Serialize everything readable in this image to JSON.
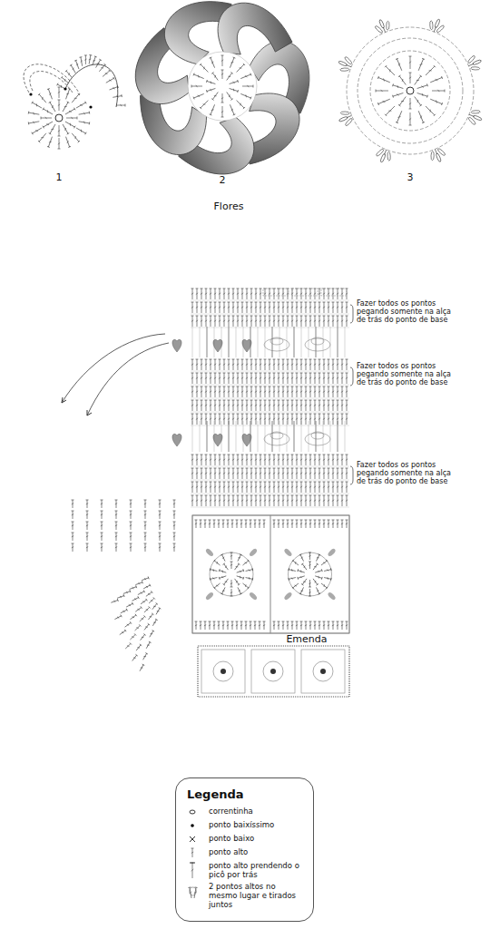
{
  "diagram": {
    "nodes": [
      {
        "text": [
          "Legenda"
        ]
      }
    ],
    "labels": [
      "1",
      "2",
      "3",
      "Flores",
      "Fazer todos os pontos pegando somente na alça de trás do ponto de base",
      "Fazer todos os pontos pegando somente na alça de trás do ponto de base",
      "Fazer todos os pontos pegando somente na alça de trás do ponto de base",
      "Emenda"
    ],
    "legend": [
      {
        "text": "correntinha"
      },
      {
        "text": "ponto baixíssimo"
      },
      {
        "text": "ponto baixo"
      },
      {
        "text": "ponto alto"
      },
      {
        "text": "ponto alto prendendo o picô por trás"
      },
      {
        "text": "2 pontos altos no mesmo lugar e tirados juntos"
      }
    ]
  }
}
